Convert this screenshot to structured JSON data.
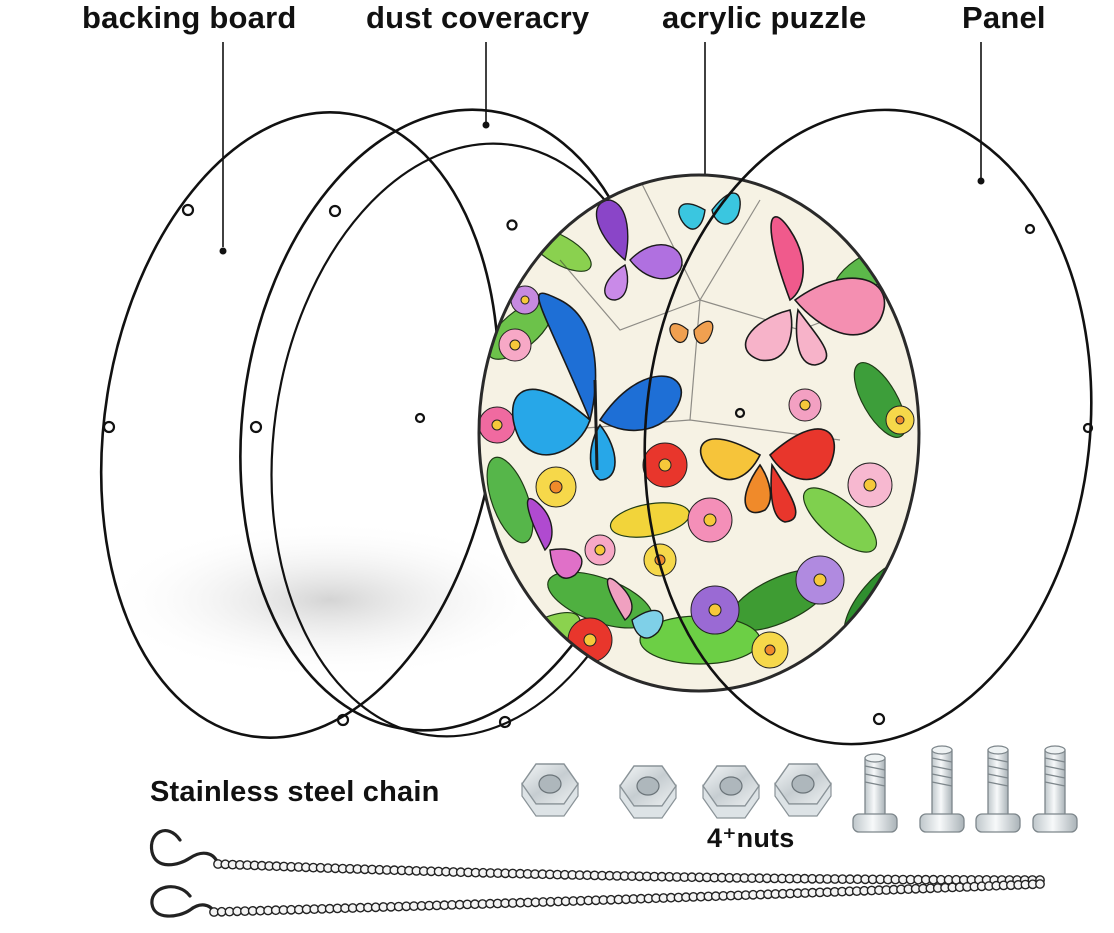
{
  "labels": {
    "backing_board": "backing board",
    "dust_cover": "dust coveracry",
    "acrylic_puzzle": "acrylic puzzle",
    "panel": "Panel",
    "chain": "Stainless steel chain",
    "nuts": "4⁺nuts"
  },
  "colors": {
    "outline": "#111111",
    "puzzle_lead": "#2a2a2a",
    "nut": "#cfd6da",
    "shadow": "#d9d9d9"
  },
  "icons": [
    "s-hook-icon",
    "ball-chain-icon",
    "hex-nut-icon",
    "standoff-screw-icon",
    "butterfly-icon",
    "flower-icon"
  ],
  "counts": {
    "nuts": 4,
    "screws": 4,
    "chains": 2
  }
}
